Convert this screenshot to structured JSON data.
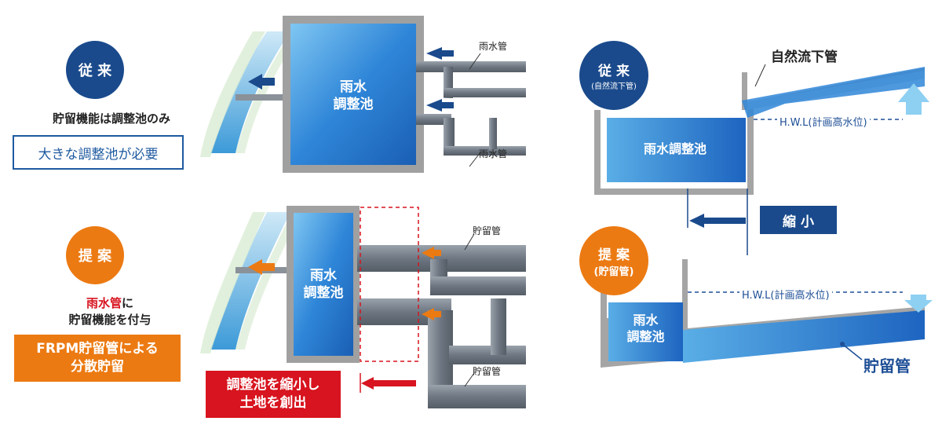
{
  "left": {
    "conventional": {
      "badge": "従 来",
      "caption": "貯留機能は調整池のみ",
      "callout": "大きな調整池が必要",
      "pond_label": "雨水\n調整池",
      "pipe_label_top": "雨水管",
      "pipe_label_bottom": "雨水管"
    },
    "proposal": {
      "badge": "提 案",
      "caption_highlight": "雨水管",
      "caption_suffix": "に",
      "caption_line2": "貯留機能を付与",
      "callout": "FRPM貯留管による\n分散貯留",
      "pond_label": "雨水\n調整池",
      "pipe_label_top": "貯留管",
      "pipe_label_bottom": "貯留管",
      "reduction_note": "調整池を縮小し\n土地を創出"
    }
  },
  "right": {
    "conventional": {
      "badge_line1": "従 来",
      "badge_line2": "(自然流下管)",
      "pipe_label": "自然流下管",
      "pond_label": "雨水調整池",
      "hwl_label": "H.W.L(計画高水位)"
    },
    "reduction_label": "縮 小",
    "proposal": {
      "badge_line1": "提 案",
      "badge_line2": "(貯留管)",
      "pond_label": "雨水\n調整池",
      "hwl_label": "H.W.L(計画高水位)",
      "pipe_label": "貯留管"
    }
  },
  "colors": {
    "navy": "#1a4a8c",
    "orange": "#ec7a12",
    "red": "#d7141f",
    "water": "#2f86d8",
    "pipe": "#7c8590",
    "concrete": "#9a9a9a"
  }
}
